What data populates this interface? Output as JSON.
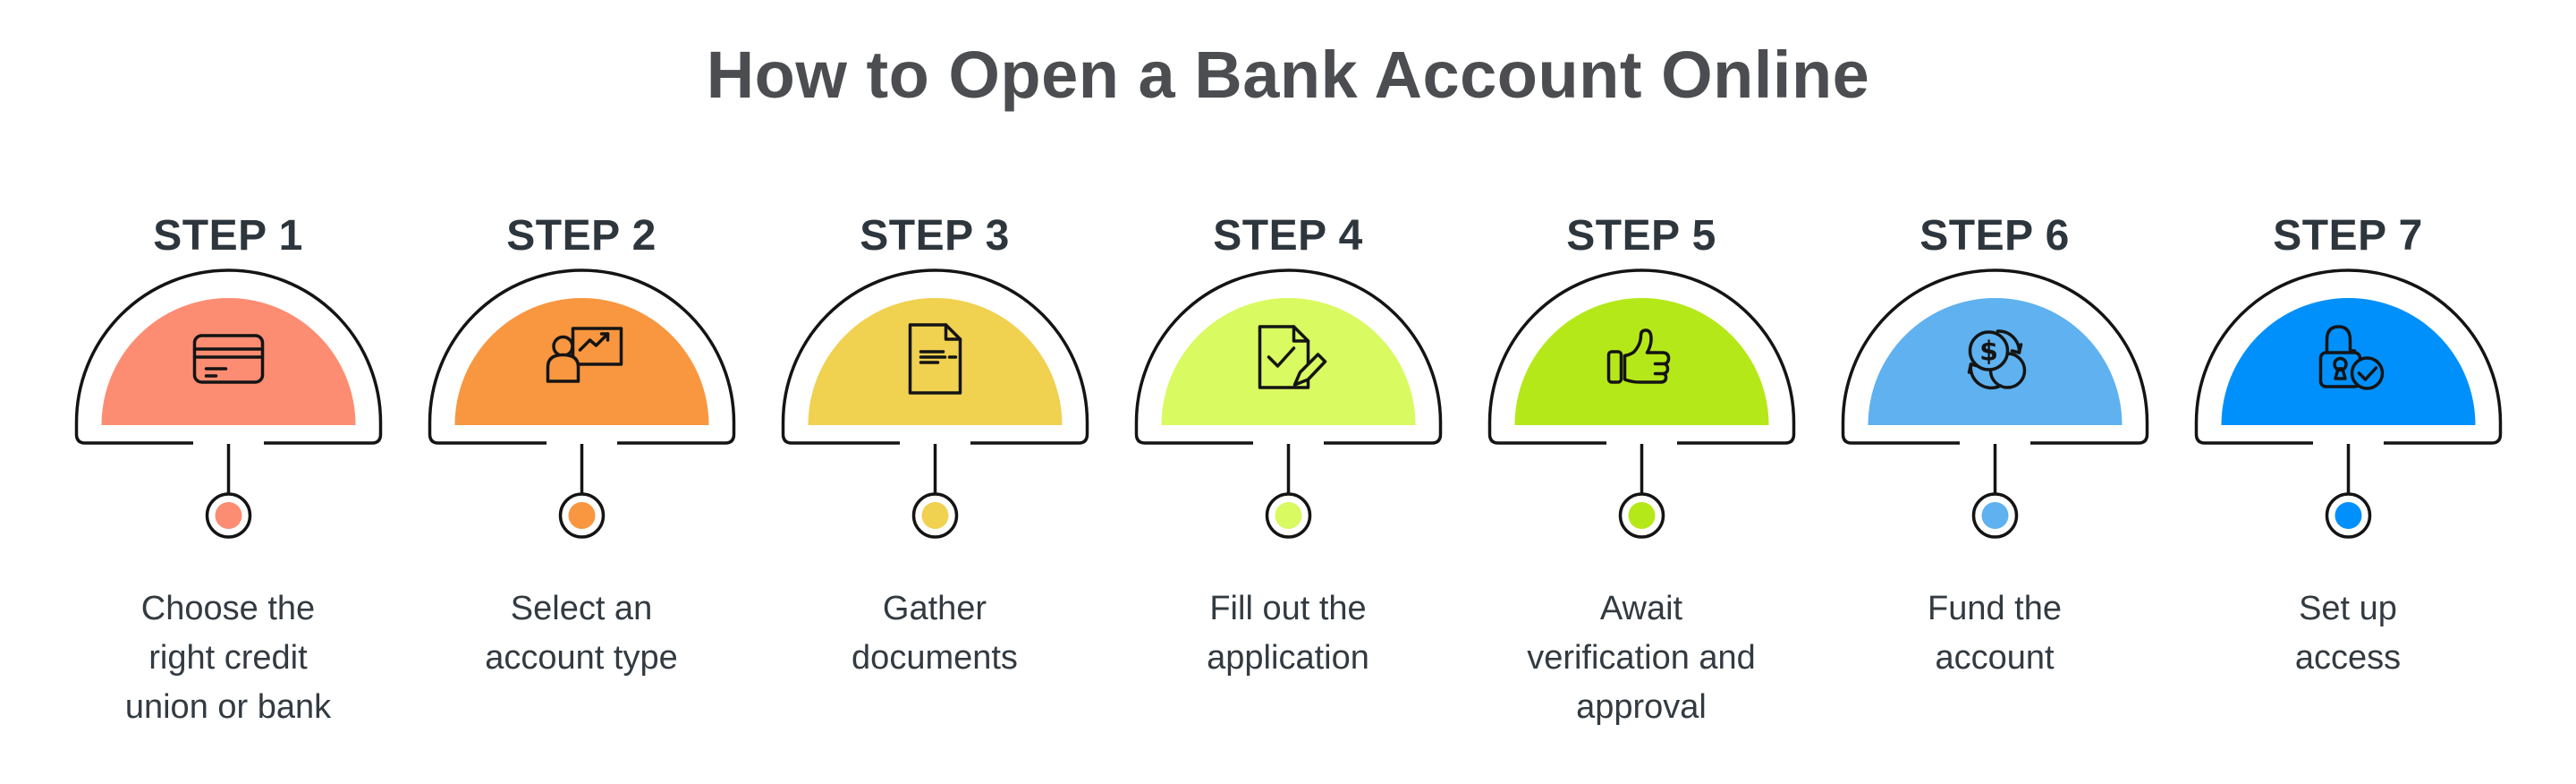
{
  "title": "How to Open a Bank Account Online",
  "colors": {
    "background": "#ffffff",
    "title": "#4b4d50",
    "step_label": "#2e363d",
    "description": "#333a41",
    "outline": "#141414"
  },
  "steps": [
    {
      "label": "STEP 1",
      "description": "Choose the\nright credit\nunion or bank",
      "color": "#FC8D72",
      "icon": "credit-card-icon"
    },
    {
      "label": "STEP 2",
      "description": "Select an\naccount type",
      "color": "#F89740",
      "icon": "account-type-icon"
    },
    {
      "label": "STEP 3",
      "description": "Gather\ndocuments",
      "color": "#F0D150",
      "icon": "document-icon"
    },
    {
      "label": "STEP 4",
      "description": "Fill out the\napplication",
      "color": "#D9FA60",
      "icon": "application-form-icon"
    },
    {
      "label": "STEP 5",
      "description": "Await\nverification and\napproval",
      "color": "#B5E818",
      "icon": "thumbs-up-icon"
    },
    {
      "label": "STEP 6",
      "description": "Fund the\naccount",
      "color": "#5FB1EF",
      "icon": "money-transfer-icon"
    },
    {
      "label": "STEP 7",
      "description": "Set up\naccess",
      "color": "#0090FB",
      "icon": "lock-access-icon"
    }
  ]
}
